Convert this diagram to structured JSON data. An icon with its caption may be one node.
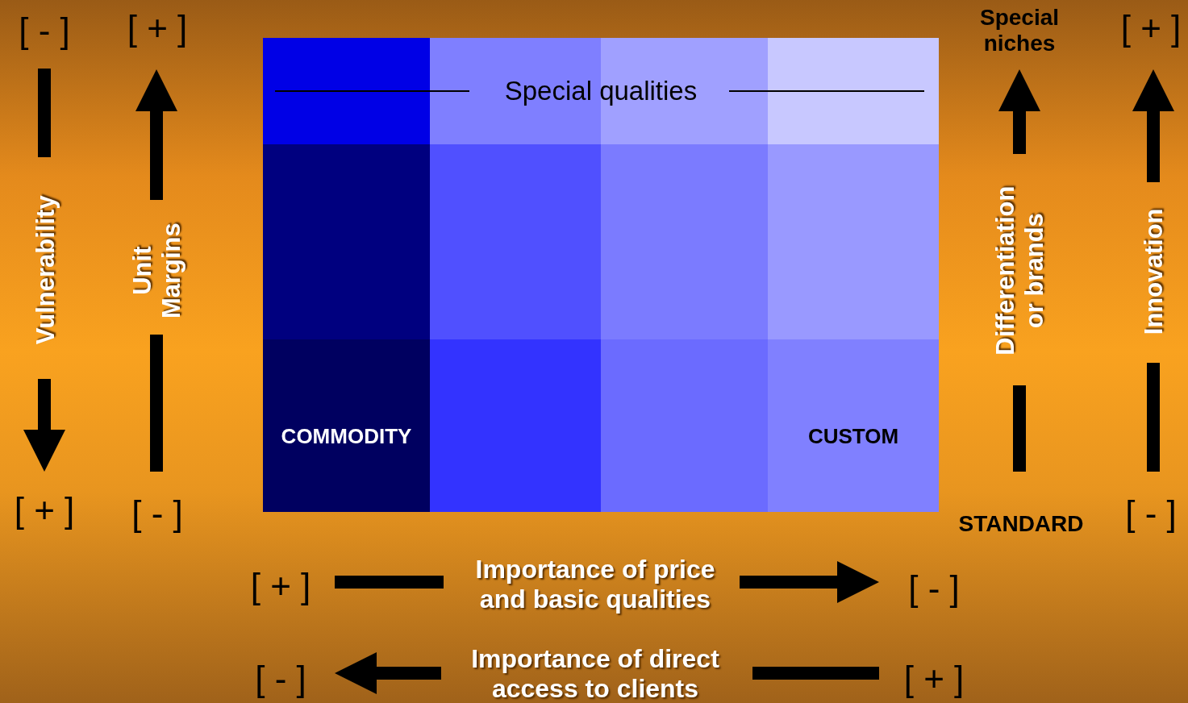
{
  "diagram": {
    "nodes": [
      {
        "text": [
          "Special qualities"
        ]
      },
      {
        "text": [],
        "shape": "box"
      },
      {
        "text": [],
        "shape": "box"
      },
      {
        "text": [],
        "shape": "box"
      },
      {
        "text": [],
        "shape": "box"
      },
      {
        "text": [
          "COMMODITY"
        ]
      },
      {
        "text": [],
        "shape": "box"
      },
      {
        "text": [],
        "shape": "box"
      },
      {
        "text": [
          "CUSTOM"
        ]
      }
    ],
    "edges": [],
    "labels": [
      "[ - ]",
      "[ + ]",
      "Special niches",
      "[ + ]",
      "Vulnerability",
      "Unit Margins",
      "Differentiation or brands",
      "Innovation",
      "[ + ]",
      "[ - ]",
      "STANDARD",
      "[ - ]",
      "[ + ]",
      "Importance of price and basic qualities",
      "[ - ]",
      "[ - ]",
      "Importance of direct access to clients",
      "[ + ]"
    ]
  }
}
